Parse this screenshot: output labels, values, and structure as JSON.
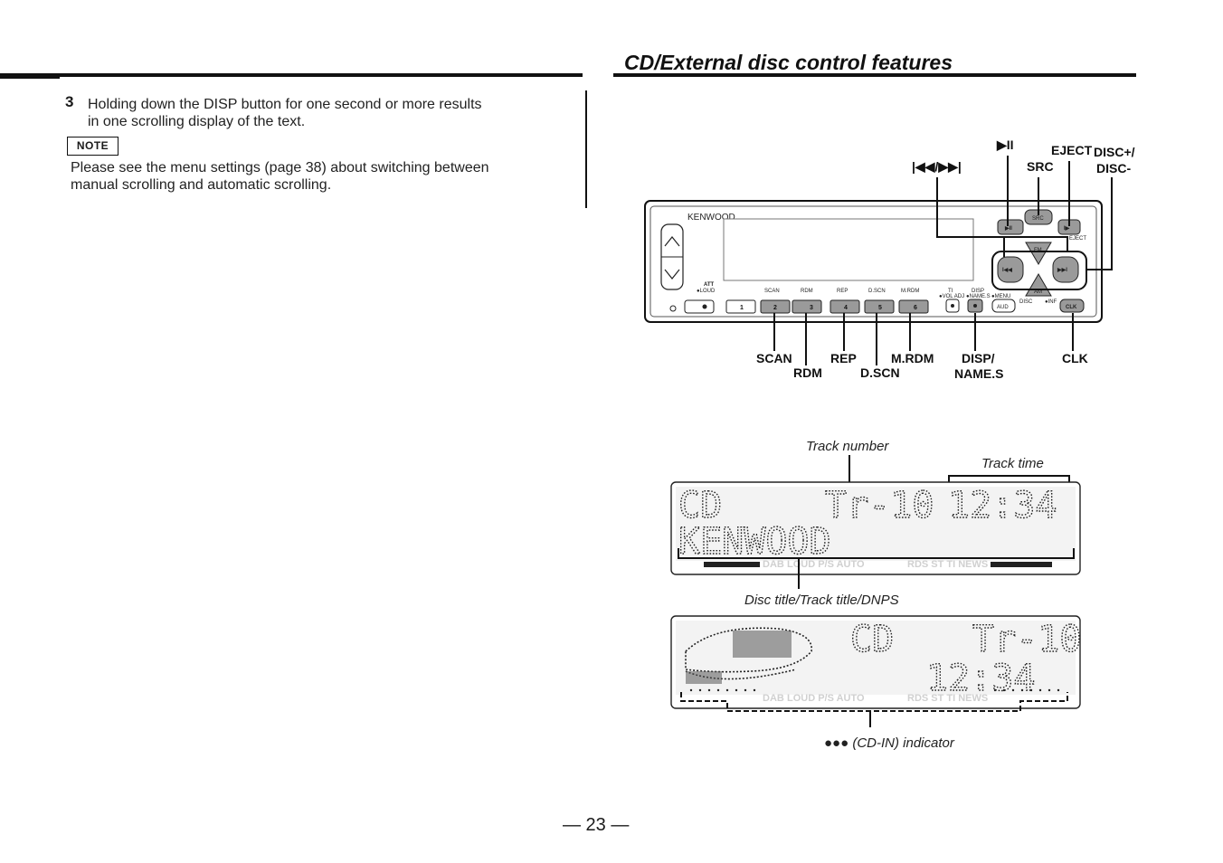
{
  "section_title": "CD/External disc control features",
  "step": {
    "number": "3",
    "text_line1": "Holding down the DISP button for one second or more results",
    "text_line2": "in one scrolling display of the text."
  },
  "note": {
    "label": "NOTE",
    "text_line1": "Please see the menu settings (page 38) about switching between",
    "text_line2": "manual scrolling and automatic scrolling."
  },
  "page_number": "— 23 —",
  "unit": {
    "brand": "KENWOOD",
    "att_label": "ATT",
    "loud_label": "●LOUD",
    "ti_label": "TI",
    "vol_adj_label": "●VOL ADJ",
    "disp_label": "DISP",
    "names_label": "●NAME.S",
    "menu_label": "●MENU",
    "aud_label": "AUD",
    "clk_label": "CLK",
    "src_label": "SRC",
    "fm_label": "FM",
    "am_label": "AM",
    "disc_small": "DISC",
    "eject_small": "EJECT",
    "inf_small": "●INF",
    "preset_labels": [
      "SCAN",
      "RDM",
      "REP",
      "D.SCN",
      "M.RDM"
    ],
    "preset_numbers": [
      "1",
      "2",
      "3",
      "4",
      "5",
      "6"
    ]
  },
  "callouts": {
    "play_pause": "▶II",
    "eject": "EJECT",
    "src": "SRC",
    "disc": "DISC+/",
    "disc2": "DISC-",
    "skip": "|◀◀/▶▶|",
    "scan": "SCAN",
    "rdm": "RDM",
    "rep": "REP",
    "dscn": "D.SCN",
    "mrdm": "M.RDM",
    "disp": "DISP/",
    "disp2": "NAME.S",
    "clk": "CLK"
  },
  "display1": {
    "track_number_label": "Track number",
    "track_time_label": "Track time",
    "source": "CD",
    "track": "Tr-10",
    "time": "12:34",
    "title": "KENWOOD",
    "disc_title_label": "Disc title/Track title/DNPS",
    "status_left": "DAB",
    "status_mid": "LOUD P/S AUTO",
    "status_right": "RDS ST TI NEWS"
  },
  "display2": {
    "source": "CD",
    "track": "Tr-10",
    "time": "12:34",
    "status_left": "DAB",
    "status_mid": "LOUD P/S AUTO",
    "status_right": "RDS ST TI NEWS",
    "indicator_label": "●●● (CD-IN) indicator"
  }
}
